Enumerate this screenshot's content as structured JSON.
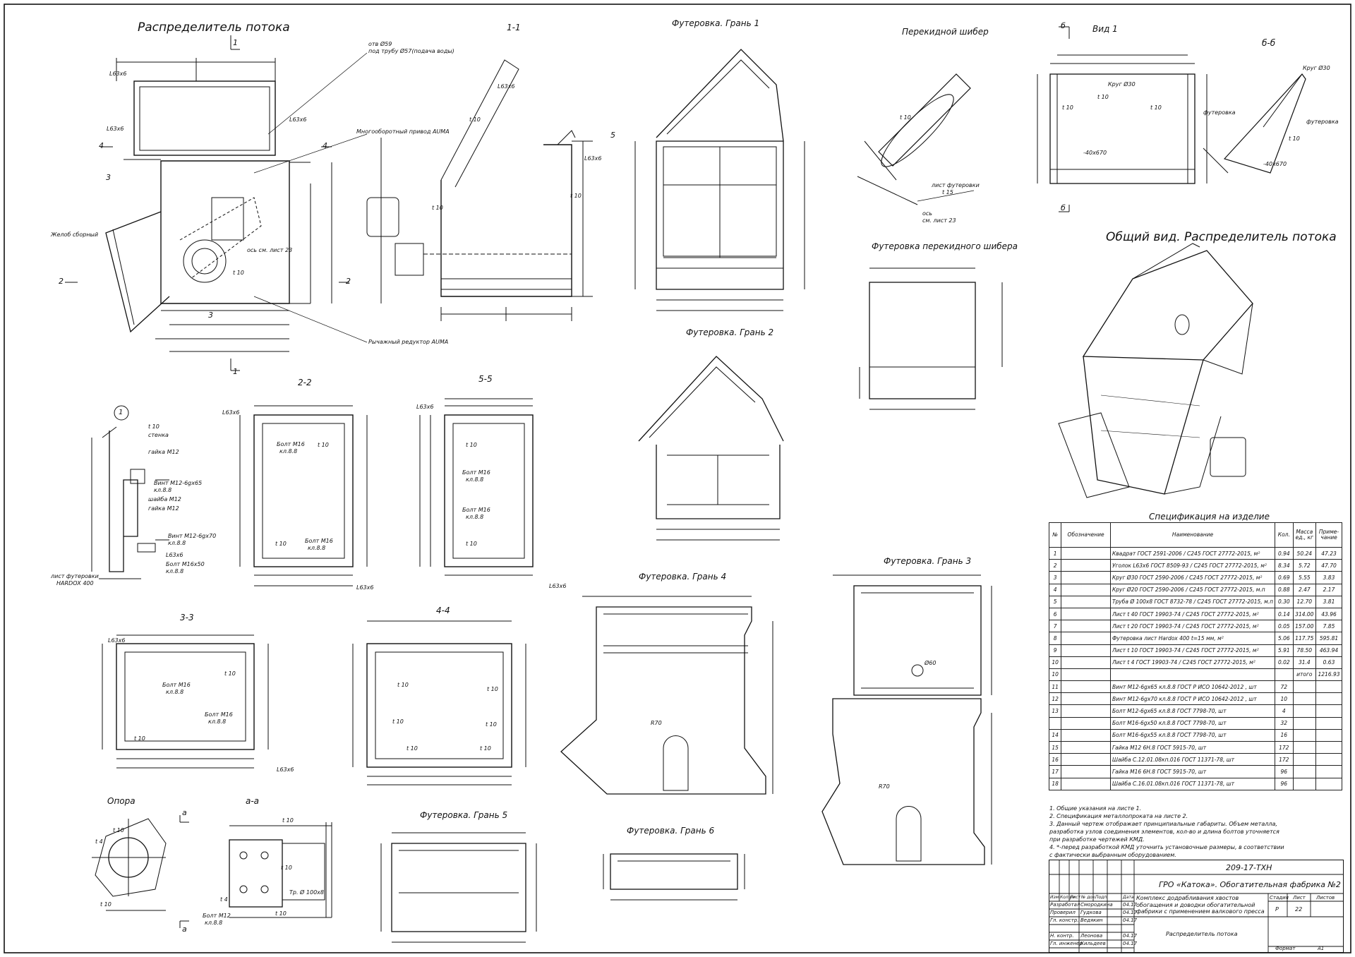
{
  "titles": {
    "main": "Распределитель потока",
    "s11": "1-1",
    "f1": "Футеровка. Грань 1",
    "shiber": "Перекидной шибер",
    "vid1": "Вид 1",
    "bb": "б-б",
    "fshiber": "Футеровка перекидного шибера",
    "general": "Общий вид. Распределитель потока",
    "f2": "Футеровка. Грань 2",
    "s22": "2-2",
    "s55": "5-5",
    "s33": "3-3",
    "s44": "4-4",
    "f4": "Футеровка. Грань 4",
    "f3": "Футеровка. Грань 3",
    "opora": "Опора",
    "aa": "а-а",
    "f5": "Футеровка. Грань 5",
    "f6": "Футеровка. Грань 6",
    "spec": "Спецификация на изделие"
  },
  "callouts": {
    "otv": "отв Ø59",
    "pod": "под трубу Ø57(подача воды)",
    "auma1": "Многооборотный привод AUMA",
    "auma2": "Рычажный редуктор AUMA",
    "zhelob": "Желоб сборный",
    "os": "ось см. лист 23",
    "list_fut": "лист футеровки",
    "t15": "t 15",
    "os2": "ось",
    "os3": "см. лист 23",
    "krug1": "Круг Ø30",
    "krug2": "Круг Ø30",
    "futerovka1": "футеровка",
    "futerovka2": "футеровка",
    "m40": "-40х670",
    "m40b": "-40х670"
  },
  "detail1": {
    "num": "1",
    "stenka": "стенка",
    "gaika1": "гайка М12",
    "vint1": "Винт М12-6gх65",
    "kl1": "кл.8.8",
    "shaiba": "шайба М12",
    "gaika2": "гайка М12",
    "vint2": "Винт М12-6gх70",
    "kl2": "кл.8.8",
    "angle": "L63х6",
    "bolt": "Болт М16х50",
    "kl3": "кл.8.8",
    "list": "лист футеровки",
    "hardox": "HARDOX 400",
    "t10": "t 10"
  },
  "misc": {
    "bolt_m16": "Болт М16",
    "kl88": "кл.8.8",
    "l63": "L63х6",
    "t10": "t 10",
    "t4": "t 4",
    "tr": "Тр. Ø 100х8",
    "bolt_m12": "Болт М12",
    "phi60": "Ø60",
    "r70": "R70",
    "sec1": "1",
    "sec2": "2",
    "sec3": "3",
    "sec4": "4",
    "sec5": "5",
    "secb": "б",
    "seca": "а"
  },
  "spec": {
    "headers": [
      "№",
      "Обозначение",
      "Наименование",
      "Кол.",
      "Масса ед., кг",
      "Приме-чание"
    ],
    "rows": [
      [
        "1",
        "",
        "Квадрат  ГОСТ 2591-2006 / С245 ГОСТ 27772-2015, м²",
        "0.94",
        "50.24",
        "47.23"
      ],
      [
        "2",
        "",
        "Уголок  L63х6 ГОСТ 8509-93 / С245 ГОСТ 27772-2015, м²",
        "8.34",
        "5.72",
        "47.70"
      ],
      [
        "3",
        "",
        "Круг  Ø30 ГОСТ 2590-2006 / С245 ГОСТ 27772-2015, м²",
        "0.69",
        "5.55",
        "3.83"
      ],
      [
        "4",
        "",
        "Круг  Ø20 ГОСТ 2590-2006 / С245 ГОСТ 27772-2015, м.п",
        "0.88",
        "2.47",
        "2.17"
      ],
      [
        "5",
        "",
        "Труба  Ø 100х8 ГОСТ 8732-78 / С245 ГОСТ 27772-2015, м.п",
        "0.30",
        "12.70",
        "3.81"
      ],
      [
        "6",
        "",
        "Лист  t 40 ГОСТ 19903-74 / С245 ГОСТ 27772-2015, м²",
        "0.14",
        "314.00",
        "43.96"
      ],
      [
        "7",
        "",
        "Лист  t 20 ГОСТ 19903-74 / С245 ГОСТ 27772-2015, м²",
        "0.05",
        "157.00",
        "7.85"
      ],
      [
        "8",
        "",
        "Футеровка лист Hardox 400  t=15 мм, м²",
        "5.06",
        "117.75",
        "595.81"
      ],
      [
        "9",
        "",
        "Лист  t 10 ГОСТ 19903-74 / С245 ГОСТ 27772-2015, м²",
        "5.91",
        "78.50",
        "463.94"
      ],
      [
        "10",
        "",
        "Лист  t 4 ГОСТ 19903-74 / С245 ГОСТ 27772-2015, м²",
        "0.02",
        "31.4",
        "0.63"
      ],
      [
        "10",
        "",
        "",
        "",
        "итого",
        "1216.93"
      ],
      [
        "11",
        "",
        "Винт М12-6gх65 кл.8.8 ГОСТ Р ИСО 10642-2012 , шт",
        "72",
        "",
        ""
      ],
      [
        "12",
        "",
        "Винт М12-6gх70 кл.8.8 ГОСТ Р ИСО 10642-2012 , шт",
        "10",
        "",
        ""
      ],
      [
        "13",
        "",
        "Болт М12-6gх65 кл.8.8 ГОСТ 7798-70, шт",
        "4",
        "",
        ""
      ],
      [
        "",
        "",
        "Болт М16-6gх50 кл.8.8 ГОСТ 7798-70, шт",
        "32",
        "",
        ""
      ],
      [
        "14",
        "",
        "Болт М16-6gх55 кл.8.8 ГОСТ 7798-70, шт",
        "16",
        "",
        ""
      ],
      [
        "15",
        "",
        "Гайка М12 6Н.8 ГОСТ 5915-70, шт",
        "172",
        "",
        ""
      ],
      [
        "16",
        "",
        "Шайба С.12.01.08кп.016 ГОСТ 11371-78, шт",
        "172",
        "",
        ""
      ],
      [
        "17",
        "",
        "Гайка М16 6Н.8 ГОСТ 5915-70, шт",
        "96",
        "",
        ""
      ],
      [
        "18",
        "",
        "Шайба С.16.01.08кп.016 ГОСТ 11371-78, шт",
        "96",
        "",
        ""
      ]
    ]
  },
  "notes": [
    "1. Общие указания на листе 1.",
    "2. Спецификация металлопроката  на листе 2.",
    "3. Данный чертеж отображает принципиальные габариты. Объем металла,",
    "разработка узлов соединения элементов, кол-во и длина болтов уточняется",
    "при разработке чертежей КМД.",
    "4. *-перед разработкой КМД  уточнить установочные размеры, в соответствии",
    "с фактически выбранным оборудованием."
  ],
  "stamp": {
    "code": "209-17-ТХН",
    "org": "ГРО «Катока». Обогатительная фабрика №2",
    "h_izm": "Изм.",
    "h_kol": "Кол.уч",
    "h_list": "Лист",
    "h_ndok": "№ док.",
    "h_podp": "Подп.",
    "h_data": "Дата",
    "r1_role": "Разработал",
    "r1_name": "Смородкина",
    "r1_date": "04.17",
    "r2_role": "Проверил",
    "r2_name": "Гудкова",
    "r2_date": "04.17",
    "r3_role": "Гл. констр.",
    "r3_name": "Ведякин",
    "r3_date": "04.17",
    "r4_role": "Н. контр.",
    "r4_name": "Леонова",
    "r4_date": "04.17",
    "r5_role": "Гл. инженер",
    "r5_name": "Кильдеев",
    "r5_date": "04.17",
    "project": "Комплекс додрабливания хвостов обогащения и доводки обогатительной фабрики с применением валкового пресса",
    "h_stadia": "Стадия",
    "h_list2": "Лист",
    "h_listov": "Листов",
    "stadia": "Р",
    "list": "22",
    "listov": "",
    "sheet_name": "Распределитель потока",
    "format_lbl": "Формат",
    "format": "А1"
  }
}
